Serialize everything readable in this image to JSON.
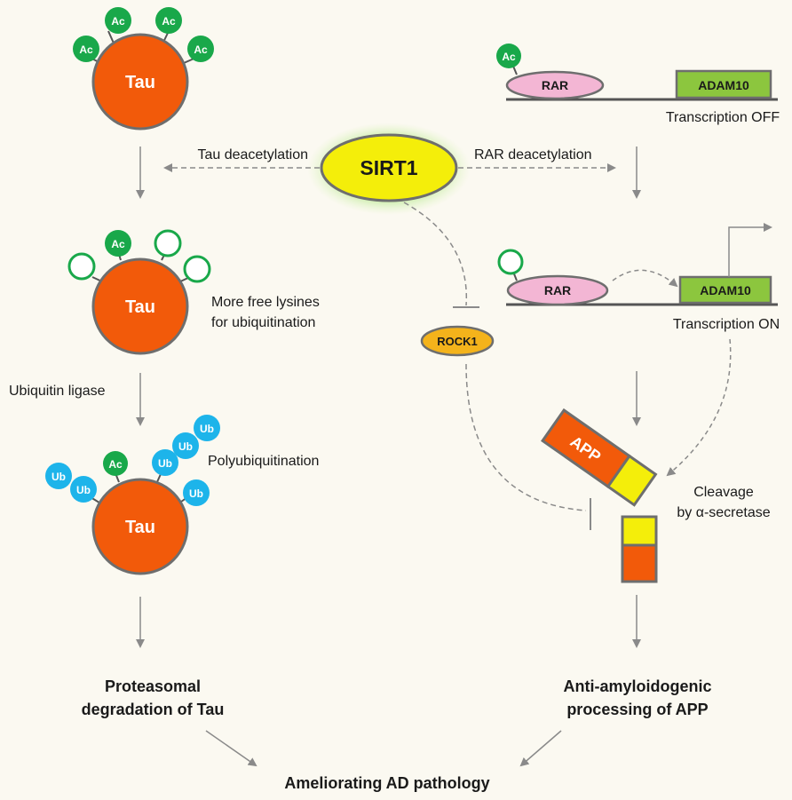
{
  "colors": {
    "background": "#fbf9f1",
    "tau": "#f25a0a",
    "acetyl": "#19a84a",
    "ubiquitin": "#1db4ea",
    "sirt1": "#f4ee0a",
    "rar": "#f3b6d4",
    "adam10": "#8cc63e",
    "rock1": "#f4b31b",
    "app_orange": "#f25a0a",
    "app_yellow": "#f4ee0a",
    "arrow": "#8a8a8a"
  },
  "nodes": {
    "sirt1": "SIRT1",
    "tau_top": "Tau",
    "tau_mid": "Tau",
    "tau_bottom": "Tau",
    "rar_top": "RAR",
    "rar_mid": "RAR",
    "adam10_top": "ADAM10",
    "adam10_mid": "ADAM10",
    "rock1": "ROCK1",
    "app": "APP",
    "ac": "Ac",
    "ub": "Ub"
  },
  "labels": {
    "tau_deacetylation": "Tau deacetylation",
    "rar_deacetylation": "RAR deacetylation",
    "transcription_off": "Transcription OFF",
    "transcription_on": "Transcription ON",
    "free_lysines_1": "More free lysines",
    "free_lysines_2": "for ubiquitination",
    "ubiquitin_ligase": "Ubiquitin ligase",
    "polyubiquitination": "Polyubiquitination",
    "cleavage_1": "Cleavage",
    "cleavage_2": "by α-secretase",
    "proteasomal_1": "Proteasomal",
    "proteasomal_2": "degradation of Tau",
    "anti_amyloid_1": "Anti-amyloidogenic",
    "anti_amyloid_2": "processing of APP",
    "outcome": "Ameliorating AD pathology"
  }
}
